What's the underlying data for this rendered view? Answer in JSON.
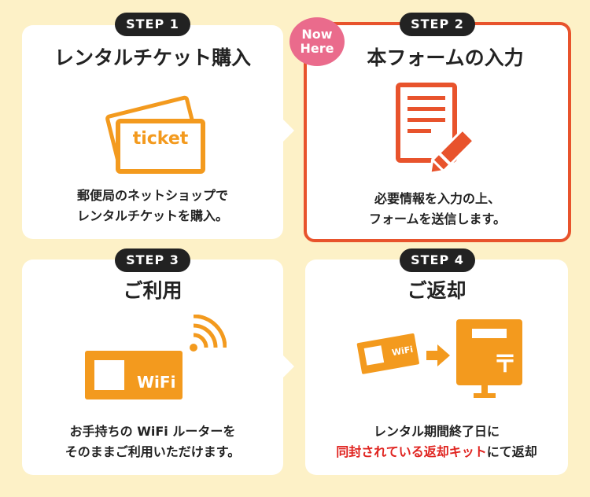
{
  "steps": [
    {
      "pill": "STEP 1",
      "title": "レンタルチケット購入",
      "desc_line1": "郵便局のネットショップで",
      "desc_line2": "レンタルチケットを購入。",
      "icon": "ticket-icon",
      "icon_text": "ticket"
    },
    {
      "pill": "STEP 2",
      "title": "本フォームの入力",
      "desc_line1": "必要情報を入力の上、",
      "desc_line2": "フォームを送信します。",
      "icon": "form-document-icon",
      "badge_line1": "Now",
      "badge_line2": "Here"
    },
    {
      "pill": "STEP 3",
      "title": "ご利用",
      "desc_line1": "お手持ちの WiFi ルーターを",
      "desc_line2": "そのままご利用いただけます。",
      "icon": "wifi-router-icon",
      "icon_text": "WiFi"
    },
    {
      "pill": "STEP 4",
      "title": "ご返却",
      "desc_line1": "レンタル期間終了日に",
      "desc_line2_red": "同封されている返却キット",
      "desc_line2_rest": "にて返却",
      "icon": "return-mailbox-icon",
      "icon_text": "WiFi",
      "post_mark": "〒"
    }
  ],
  "colors": {
    "background": "#fdf1c7",
    "accent_orange": "#f39a1e",
    "active_border": "#e8532c",
    "badge_pink": "#ea6b8c",
    "highlight_red": "#e02420"
  }
}
